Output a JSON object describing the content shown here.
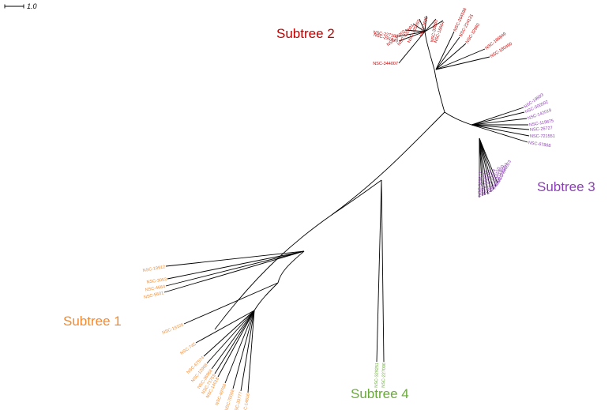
{
  "scale_bar": {
    "label": "1.0"
  },
  "colors": {
    "subtree1": "#f28a30",
    "subtree2": "#c00000",
    "subtree3": "#8b3fb4",
    "subtree4": "#6aaa3a"
  },
  "subtrees": [
    {
      "id": "subtree1",
      "label": "Subtree 1",
      "color": "#f28a30",
      "leaves": [
        "NSC-19912",
        "NSC-3053",
        "NSC-4664",
        "NSC-5601",
        "NSC-19105",
        "NSC-745",
        "NSC-67574",
        "NSC-12908",
        "NSC-36968",
        "NSC-71759",
        "NSC-14018",
        "NSC-49768",
        "NSC-70008",
        "NSC-33777",
        "NSC-14616"
      ]
    },
    {
      "id": "subtree2",
      "label": "Subtree 2",
      "color": "#c00000",
      "leaves": [
        "NSC-227186",
        "NSC-291643",
        "NSC-344007",
        "NSC-34002",
        "NSC-332691",
        "NSC-325892",
        "NSC-3695",
        "NSC-33861",
        "NSC-16664",
        "NSC-264598",
        "NSC-224131",
        "NSC-32960",
        "NSC-186849",
        "NSC-180490"
      ]
    },
    {
      "id": "subtree3",
      "label": "Subtree 3",
      "color": "#8b3fb4",
      "leaves": [
        "NSC-19893",
        "NSC-300502",
        "NSC-142019",
        "NSC-119875",
        "NSC-26727",
        "NSC-721551",
        "NSC-67868",
        "NSC-640023",
        "NSC-106251",
        "NSC-271850",
        "NSC-243150",
        "NSC-619074",
        "NSC-226007",
        "NSC-217014",
        "NSC-309812"
      ]
    },
    {
      "id": "subtree4",
      "label": "Subtree 4",
      "color": "#6aaa3a",
      "leaves": [
        "NSC-329251",
        "NSC-227000"
      ]
    }
  ]
}
